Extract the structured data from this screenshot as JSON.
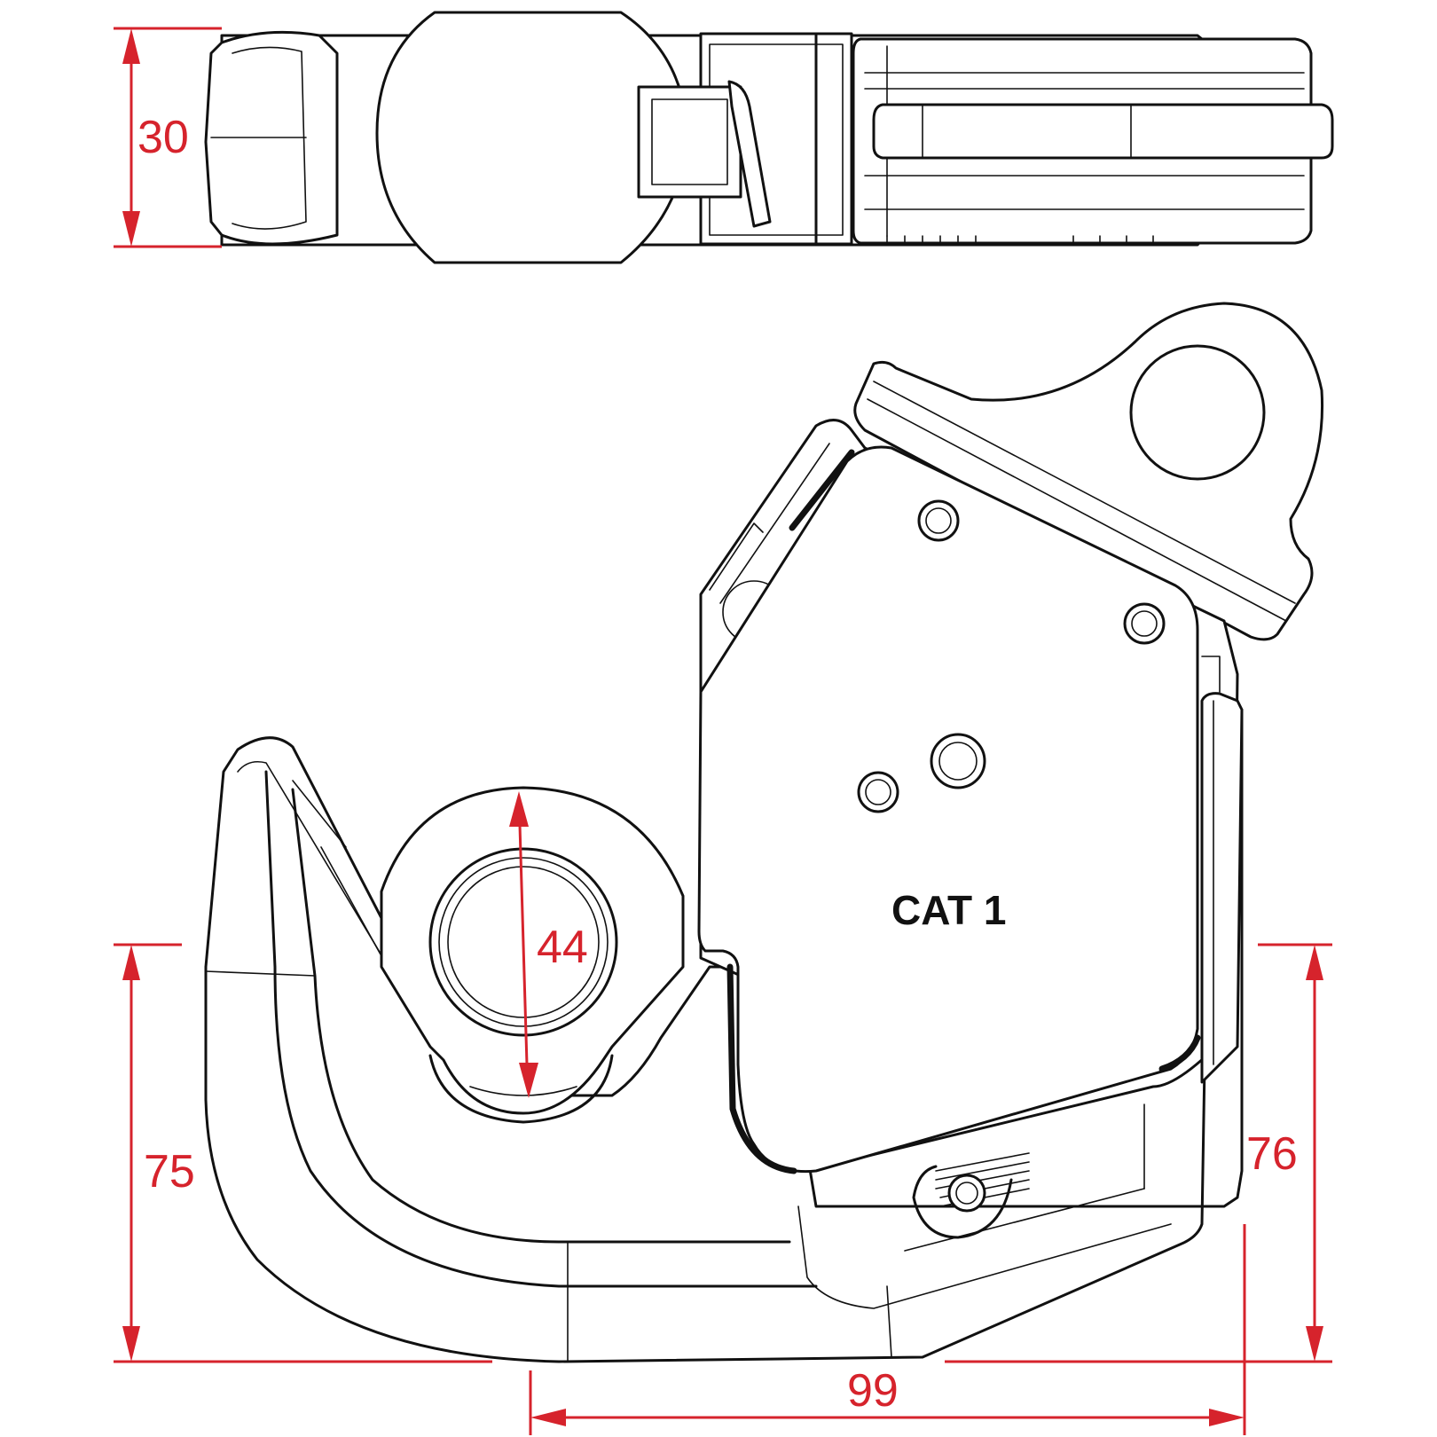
{
  "drawing": {
    "label": "CAT 1",
    "dimensions": {
      "height_top": "30",
      "bore": "44",
      "height_left": "75",
      "height_right": "76",
      "width": "99"
    },
    "colors": {
      "outline": "#111111",
      "dimension": "#d6232c",
      "background": "#ffffff"
    }
  }
}
